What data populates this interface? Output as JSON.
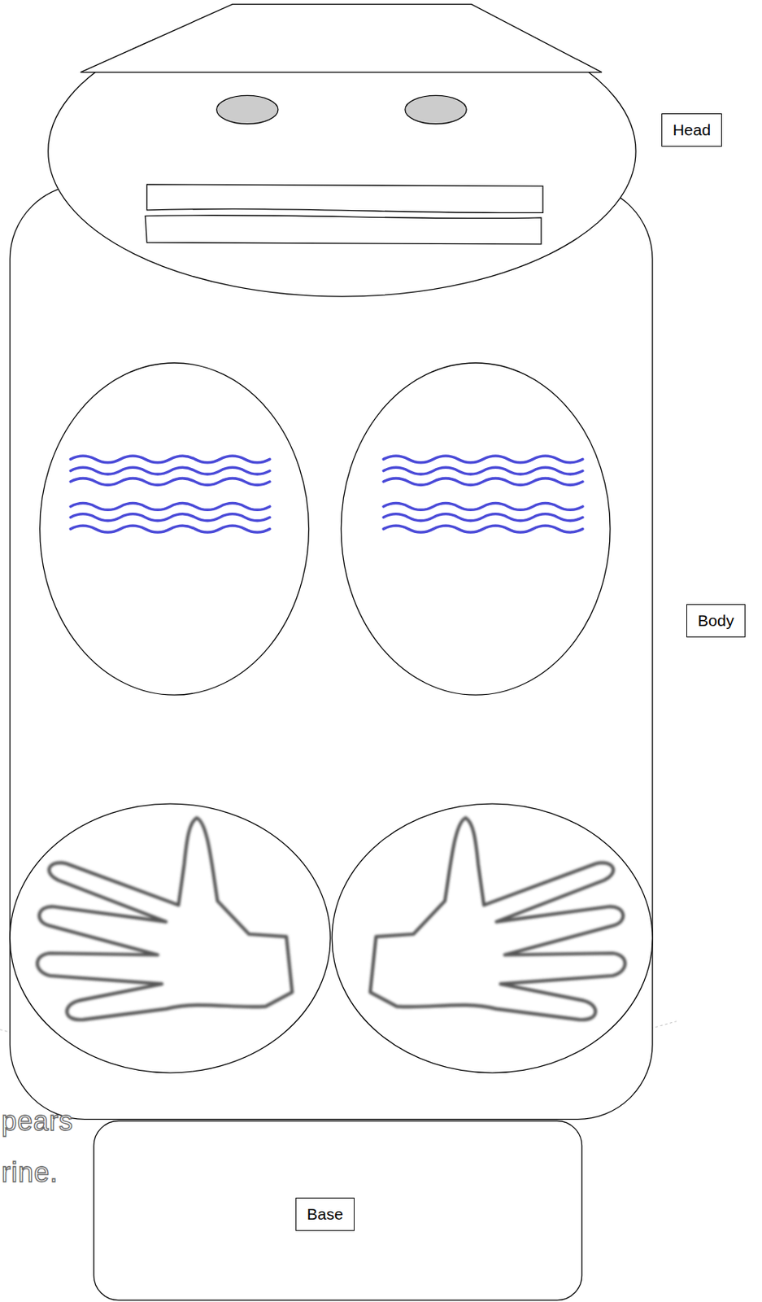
{
  "diagram": {
    "nodes": [
      {
        "text": [
          "Head"
        ]
      },
      {
        "text": [
          "Body"
        ]
      },
      {
        "text": [
          "Base"
        ]
      }
    ],
    "labels": [
      "pears",
      "rine."
    ]
  }
}
